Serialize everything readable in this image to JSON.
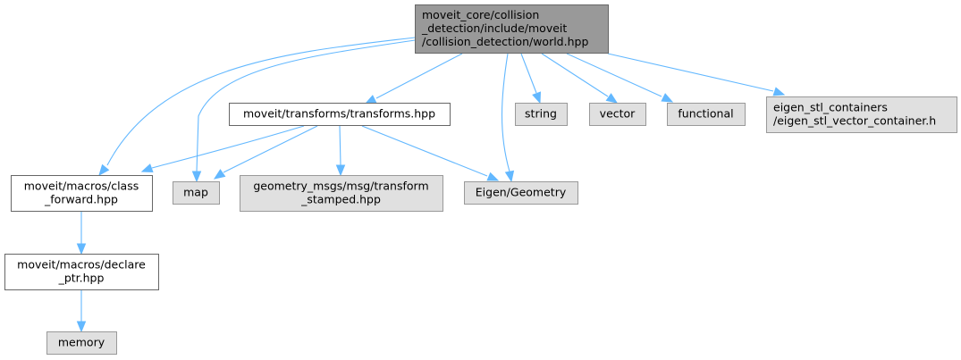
{
  "diagram": {
    "title": "Include dependency graph for world.hpp",
    "colors": {
      "edge": "#63b8ff",
      "root_fill": "#999999",
      "internal_fill": "#ffffff",
      "external_fill": "#e0e0e0"
    },
    "nodes": [
      {
        "id": "world",
        "kind": "root",
        "lines": [
          "moveit_core/collision",
          "_detection/include/moveit",
          "/collision_detection/world.hpp"
        ]
      },
      {
        "id": "transforms",
        "kind": "internal",
        "lines": [
          "moveit/transforms/transforms.hpp"
        ]
      },
      {
        "id": "string",
        "kind": "external",
        "lines": [
          "string"
        ]
      },
      {
        "id": "vector",
        "kind": "external",
        "lines": [
          "vector"
        ]
      },
      {
        "id": "functional",
        "kind": "external",
        "lines": [
          "functional"
        ]
      },
      {
        "id": "eigen_stl",
        "kind": "external",
        "lines": [
          "eigen_stl_containers",
          "/eigen_stl_vector_container.h"
        ]
      },
      {
        "id": "class_forward",
        "kind": "internal",
        "lines": [
          "moveit/macros/class",
          "_forward.hpp"
        ]
      },
      {
        "id": "map",
        "kind": "external",
        "lines": [
          "map"
        ]
      },
      {
        "id": "geometry_msgs",
        "kind": "external",
        "lines": [
          "geometry_msgs/msg/transform",
          "_stamped.hpp"
        ]
      },
      {
        "id": "eigen_geometry",
        "kind": "external",
        "lines": [
          "Eigen/Geometry"
        ]
      },
      {
        "id": "declare_ptr",
        "kind": "internal",
        "lines": [
          "moveit/macros/declare",
          "_ptr.hpp"
        ]
      },
      {
        "id": "memory",
        "kind": "external",
        "lines": [
          "memory"
        ]
      }
    ],
    "edges": [
      {
        "from": "world",
        "to": "transforms"
      },
      {
        "from": "world",
        "to": "class_forward"
      },
      {
        "from": "world",
        "to": "map"
      },
      {
        "from": "world",
        "to": "eigen_geometry"
      },
      {
        "from": "world",
        "to": "string"
      },
      {
        "from": "world",
        "to": "vector"
      },
      {
        "from": "world",
        "to": "functional"
      },
      {
        "from": "world",
        "to": "eigen_stl"
      },
      {
        "from": "transforms",
        "to": "class_forward"
      },
      {
        "from": "transforms",
        "to": "map"
      },
      {
        "from": "transforms",
        "to": "geometry_msgs"
      },
      {
        "from": "transforms",
        "to": "eigen_geometry"
      },
      {
        "from": "class_forward",
        "to": "declare_ptr"
      },
      {
        "from": "declare_ptr",
        "to": "memory"
      }
    ]
  }
}
